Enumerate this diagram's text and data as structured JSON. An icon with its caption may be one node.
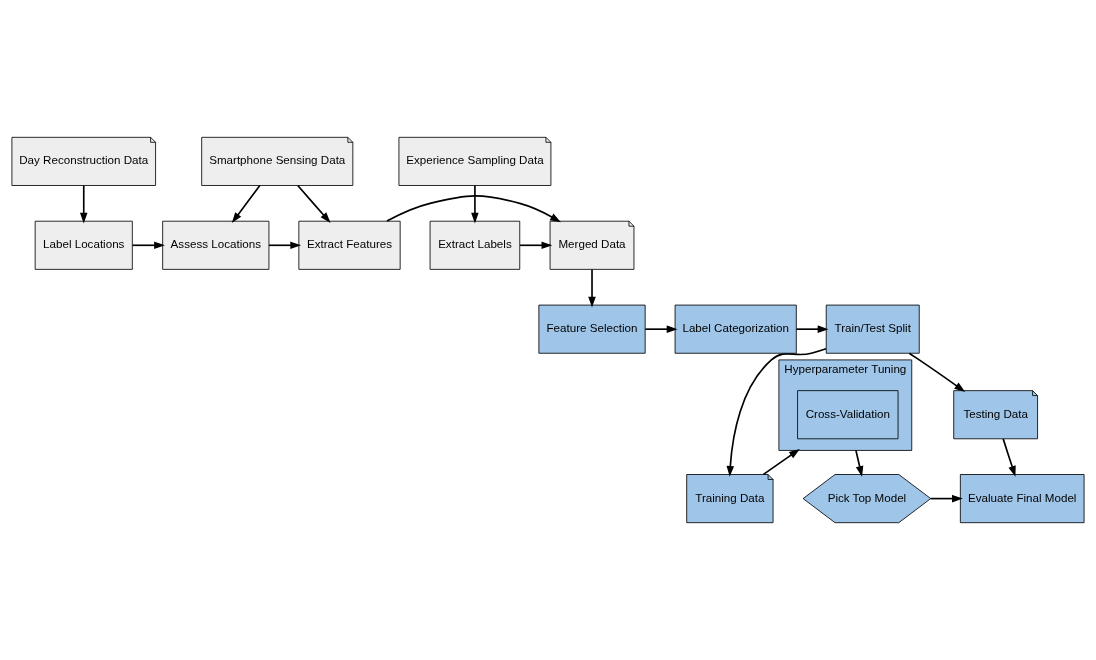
{
  "diagram": {
    "nodes": [
      {
        "text": [
          "Day Reconstruction Data"
        ]
      },
      {
        "text": [
          "Smartphone Sensing Data"
        ]
      },
      {
        "text": [
          "Experience Sampling Data"
        ]
      },
      {
        "text": [
          "Label Locations"
        ]
      },
      {
        "text": [
          "Assess Locations"
        ]
      },
      {
        "text": [
          "Extract Features"
        ]
      },
      {
        "text": [
          "Merged Data"
        ]
      },
      {
        "text": [
          "Extract Labels"
        ]
      },
      {
        "text": [
          "Feature Selection"
        ]
      },
      {
        "text": [
          "Label Categorization"
        ]
      },
      {
        "text": [
          "Train/Test Split"
        ]
      },
      {
        "text": [
          "Training Data"
        ]
      },
      {
        "text": [
          "Hyperparameter Tuning"
        ]
      },
      {
        "text": [
          "Cross-Validation"
        ],
        "in": 12
      },
      {
        "text": [
          "Pick Top Model"
        ]
      },
      {
        "text": [
          "Evaluate Final Model"
        ]
      },
      {
        "text": [
          "Testing Data"
        ]
      }
    ],
    "edges": [
      {
        "from": 0,
        "to": 3,
        "arrow": "to"
      },
      {
        "from": 1,
        "to": 4,
        "arrow": "to"
      },
      {
        "from": 1,
        "to": 5,
        "arrow": "to"
      },
      {
        "from": 3,
        "to": 4,
        "arrow": "to"
      },
      {
        "from": 4,
        "to": 5,
        "arrow": "to"
      },
      {
        "from": 5,
        "to": 6,
        "arrow": "to"
      },
      {
        "from": 2,
        "to": 7,
        "arrow": "to"
      },
      {
        "from": 7,
        "to": 6,
        "arrow": "to"
      },
      {
        "from": 6,
        "to": 8,
        "arrow": "to"
      },
      {
        "from": 8,
        "to": 9,
        "arrow": "to"
      },
      {
        "from": 9,
        "to": 10,
        "arrow": "to"
      },
      {
        "from": 10,
        "to": 11,
        "arrow": "to"
      },
      {
        "from": 10,
        "to": 16,
        "arrow": "to"
      },
      {
        "from": 11,
        "to": 12,
        "arrow": "to"
      },
      {
        "from": 12,
        "to": 14,
        "arrow": "to"
      },
      {
        "from": 14,
        "to": 15,
        "arrow": "to"
      },
      {
        "from": 16,
        "to": 15,
        "arrow": "to"
      }
    ]
  }
}
